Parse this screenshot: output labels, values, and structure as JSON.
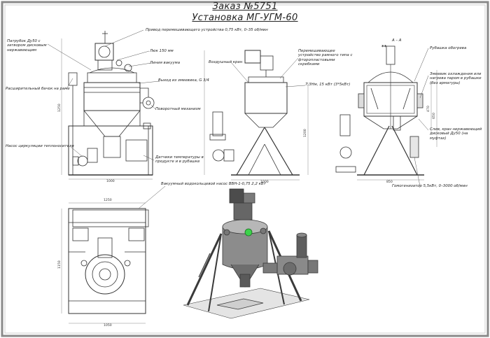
{
  "title": {
    "line1": "Заказ №5751",
    "line2": "Установка МГ-УГМ-60"
  },
  "labels": {
    "drive": "Привод перемешивающего устройства 0,75 кВт, 0–35 об/мин",
    "inlet_pipe": "Патрубок Ду50 с затвором дисковым нержавеющим",
    "hatch": "Люк 150 мм",
    "vacuum_line": "Линия вакуума",
    "expansion_tank": "Расширительный бачок на раме",
    "coil_outlet": "Выход из змеевика, G 3/4",
    "tilt_mechanism": "Поворотный механизм",
    "circulation_pump": "Насос циркуляции теплоносителя",
    "temp_sensors": "Датчики температуры в продукте и в рубашке",
    "vacuum_pump": "Вакуумный водокольцевой насос ВВН-1-0,75 2,2 кВт",
    "air_valve": "Воздушный кран",
    "mixer_frame": "Перемешивающее устройство рамного типа с фторопластовыми скребками",
    "motor_power": "7,3Нм, 15 кВт (3*5кВт)",
    "section_mark": "А – А",
    "heating_jacket": "Рубашка обогрева",
    "cooling_coil": "Змеевик охлаждения или нагрева паром в рубашке (без арматуры)",
    "drain_valve": "Слив, кран нержавеющий дисковый Ду50 (на муфтах)",
    "homogenizer": "Гомогенизатор 5,5кВт, 0–3000 об/мин",
    "section_asterisk": "**"
  },
  "dims": {
    "front_height": "1250",
    "front_width": "1000",
    "side_height": "1200",
    "side_width": "1000",
    "section_dim1": "470",
    "section_dim2": "650",
    "section_dim3": "850",
    "plan_width": "1050",
    "plan_height": "1150",
    "plan_top": "1250"
  },
  "colors": {
    "line": "#333333",
    "frame": "#888888",
    "green_window": "#3cd24a",
    "render_body": "#8c8c8c"
  }
}
